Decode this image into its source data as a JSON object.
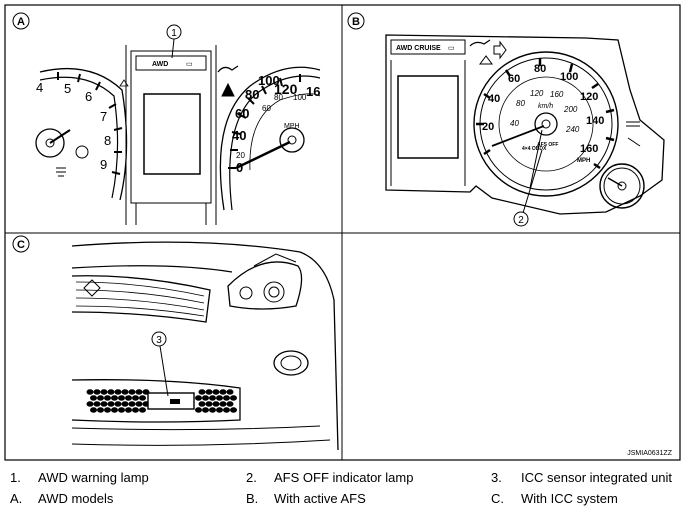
{
  "panels": {
    "a": "A",
    "b": "B",
    "c": "C"
  },
  "callouts": [
    "1",
    "2",
    "3"
  ],
  "panel_a": {
    "display_label": "AWD",
    "tach_numbers": [
      "4",
      "5",
      "6",
      "7",
      "8",
      "9"
    ],
    "speedo_outer": [
      "0",
      "20",
      "40",
      "60",
      "80",
      "100",
      "120",
      "16"
    ],
    "speedo_inner": [
      "60",
      "80",
      "100",
      "MPH"
    ]
  },
  "panel_b": {
    "display_label": "AWD CRUISE",
    "speedo_outer": [
      "20",
      "40",
      "60",
      "80",
      "100",
      "120",
      "140",
      "160"
    ],
    "speedo_inner": [
      "40",
      "80",
      "120",
      "160",
      "200",
      "240",
      "km/h"
    ],
    "unit_mph": "MPH",
    "lamp_left": "AFS OFF",
    "lamp_left_top": "4×4 OBDX"
  },
  "drawing_id": "JSMIA0631ZZ",
  "legend": [
    {
      "num": "1.",
      "text": "AWD warning lamp"
    },
    {
      "num": "2.",
      "text": "AFS OFF indicator lamp"
    },
    {
      "num": "3.",
      "text": "ICC sensor integrated unit"
    },
    {
      "num": "A.",
      "text": "AWD models"
    },
    {
      "num": "B.",
      "text": "With active AFS"
    },
    {
      "num": "C.",
      "text": "With ICC system"
    }
  ]
}
